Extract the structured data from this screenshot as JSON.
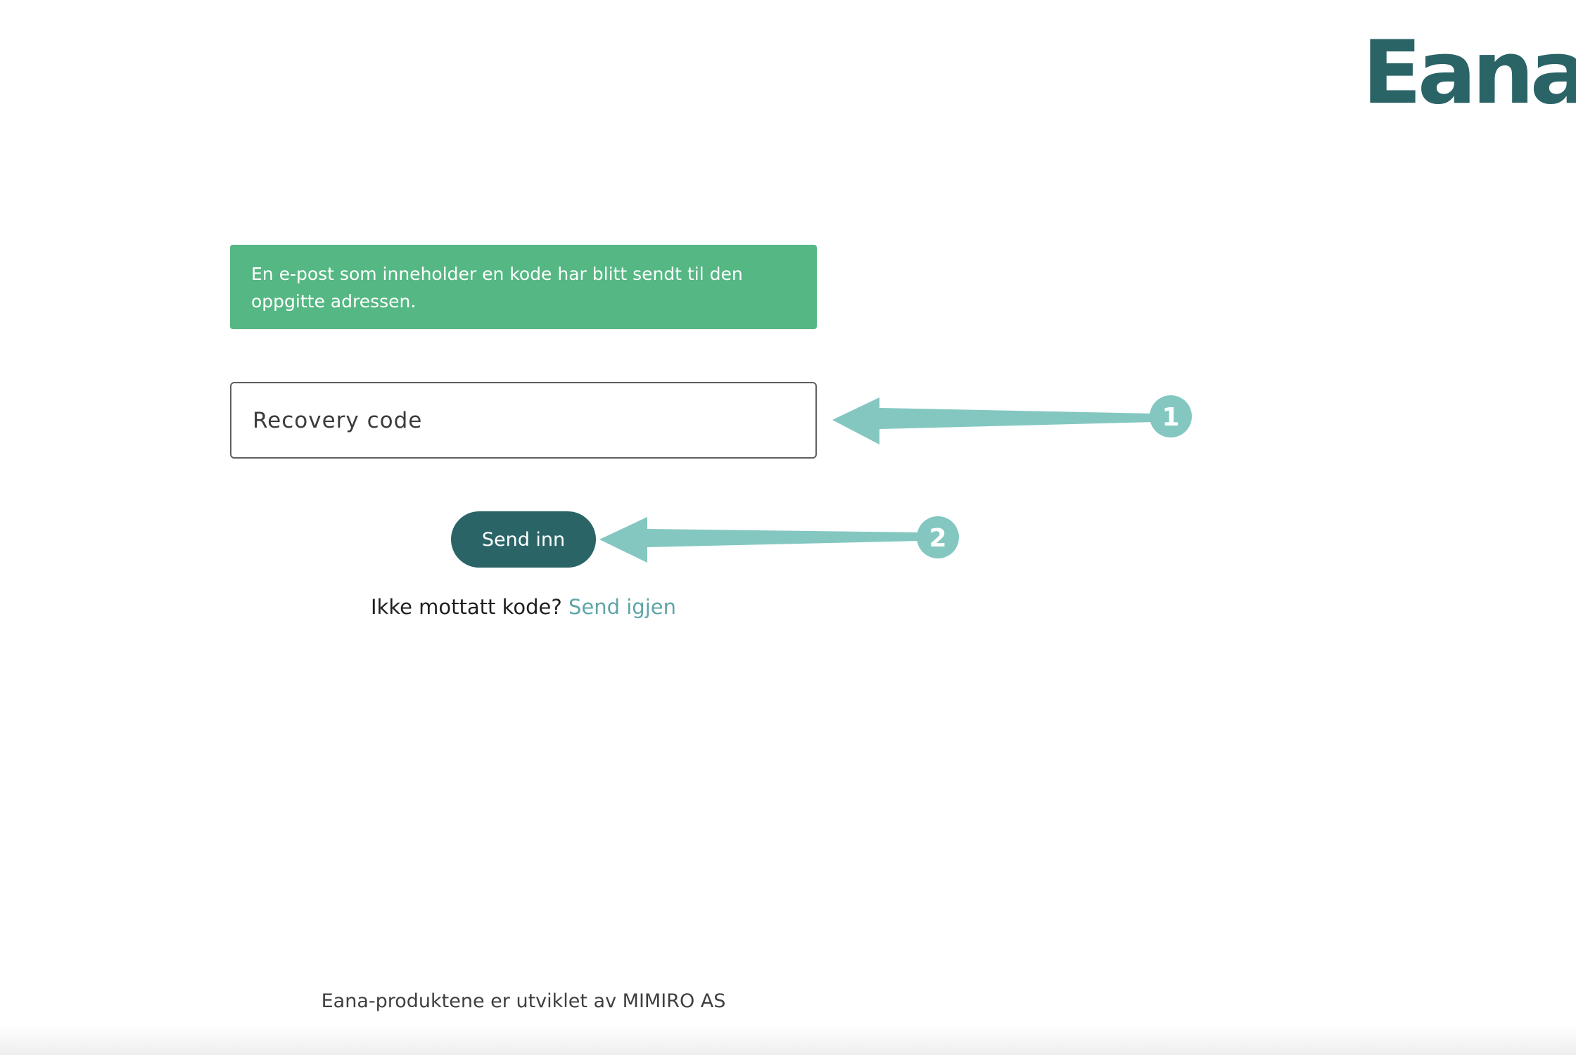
{
  "brand": {
    "logo_text": "Eana",
    "color": "#2a6467"
  },
  "alert": {
    "message": "En e-post som inneholder en kode har blitt sendt til den oppgitte adressen.",
    "color": "#55b783"
  },
  "form": {
    "recovery_code_placeholder": "Recovery code",
    "recovery_code_value": "",
    "submit_label": "Send inn"
  },
  "resend": {
    "prompt": "Ikke mottatt kode?",
    "link_label": "Send igjen",
    "link_color": "#5fa5a7"
  },
  "footer": {
    "text": "Eana-produktene er utviklet av MIMIRO AS"
  },
  "annotations": {
    "color": "#84c7c1",
    "markers": [
      {
        "label": "1",
        "target": "recovery-code-input"
      },
      {
        "label": "2",
        "target": "submit-button"
      }
    ]
  }
}
